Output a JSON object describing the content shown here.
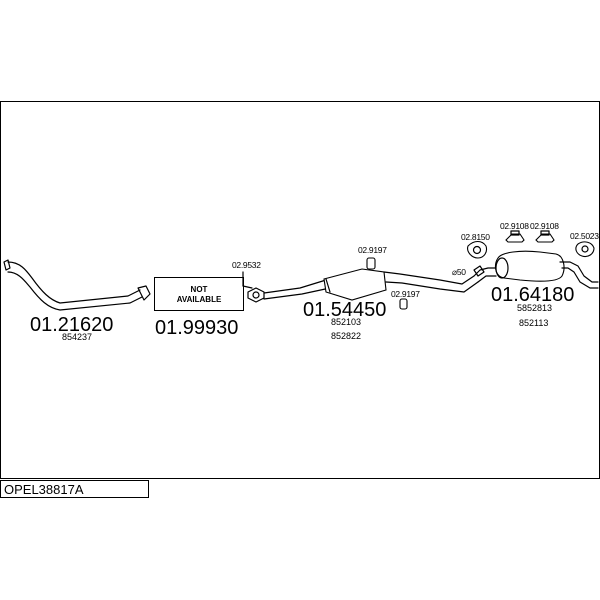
{
  "model": {
    "code": "OPEL38817A"
  },
  "parts": [
    {
      "code": "01.21620",
      "refs": [
        "854237"
      ]
    },
    {
      "code": "01.99930",
      "box_text": [
        "NOT",
        "AVAILABLE"
      ]
    },
    {
      "code": "01.54450",
      "refs": [
        "852103",
        "852822"
      ]
    },
    {
      "code": "01.64180",
      "refs": [
        "5852813",
        "852113"
      ]
    }
  ],
  "fittings": [
    {
      "code": "02.9532"
    },
    {
      "code": "02.9197"
    },
    {
      "code": "02.9197"
    },
    {
      "code": "02.8150"
    },
    {
      "code": "02.9108"
    },
    {
      "code": "02.9108"
    },
    {
      "code": "02.5023"
    }
  ],
  "annotations": {
    "diameter": "⌀50"
  }
}
